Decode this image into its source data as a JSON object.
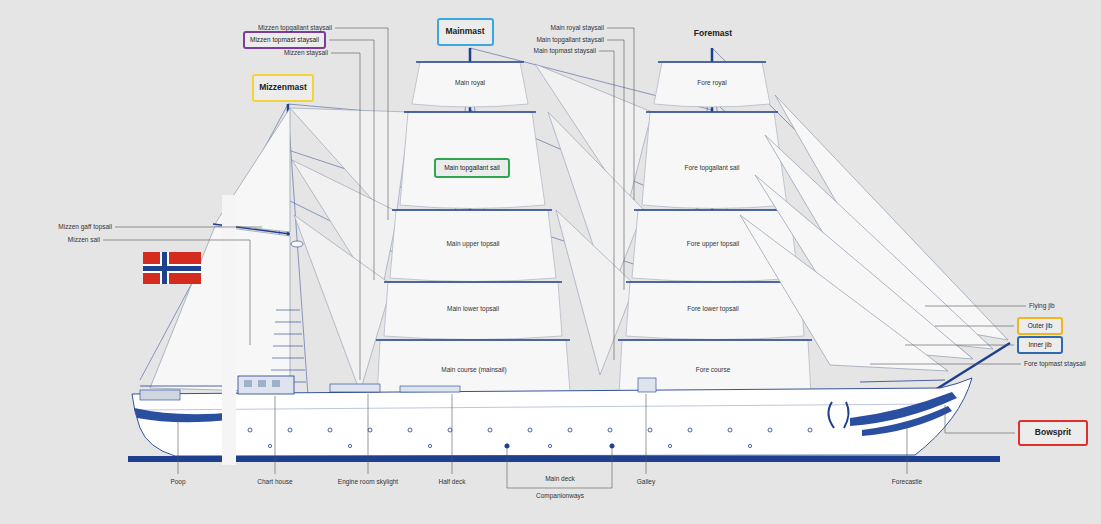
{
  "diagram": {
    "nodes": [
      {
        "text": [
          "Mizzen topmast staysail"
        ]
      },
      {
        "text": [
          "Mainmast"
        ]
      },
      {
        "text": [
          "Mizzenmast"
        ]
      },
      {
        "text": [
          "Main topgallant sail"
        ]
      },
      {
        "text": [
          "Outer jib"
        ]
      },
      {
        "text": [
          "Inner jib"
        ]
      },
      {
        "text": [
          "Bowsprit"
        ]
      }
    ],
    "labels": [
      "Mizzen topgallant staysail",
      "Mizzen staysail",
      "Main royal staysail",
      "Main topgallant staysail",
      "Main topmast staysail",
      "Foremast",
      "Main royal",
      "Fore royal",
      "Fore topgallant sail",
      "Mizzen gaff topsail",
      "Mizzen sail",
      "Main upper topsail",
      "Fore upper topsail",
      "Flying jib",
      "Main lower topsail",
      "Fore lower topsail",
      "Fore topmast staysail",
      "Main course (mainsail)",
      "Fore course",
      "Poop",
      "Chart house",
      "Engine room skylight",
      "Half deck",
      "Main deck",
      "Galley",
      "Forecastle",
      "Companionways"
    ]
  }
}
